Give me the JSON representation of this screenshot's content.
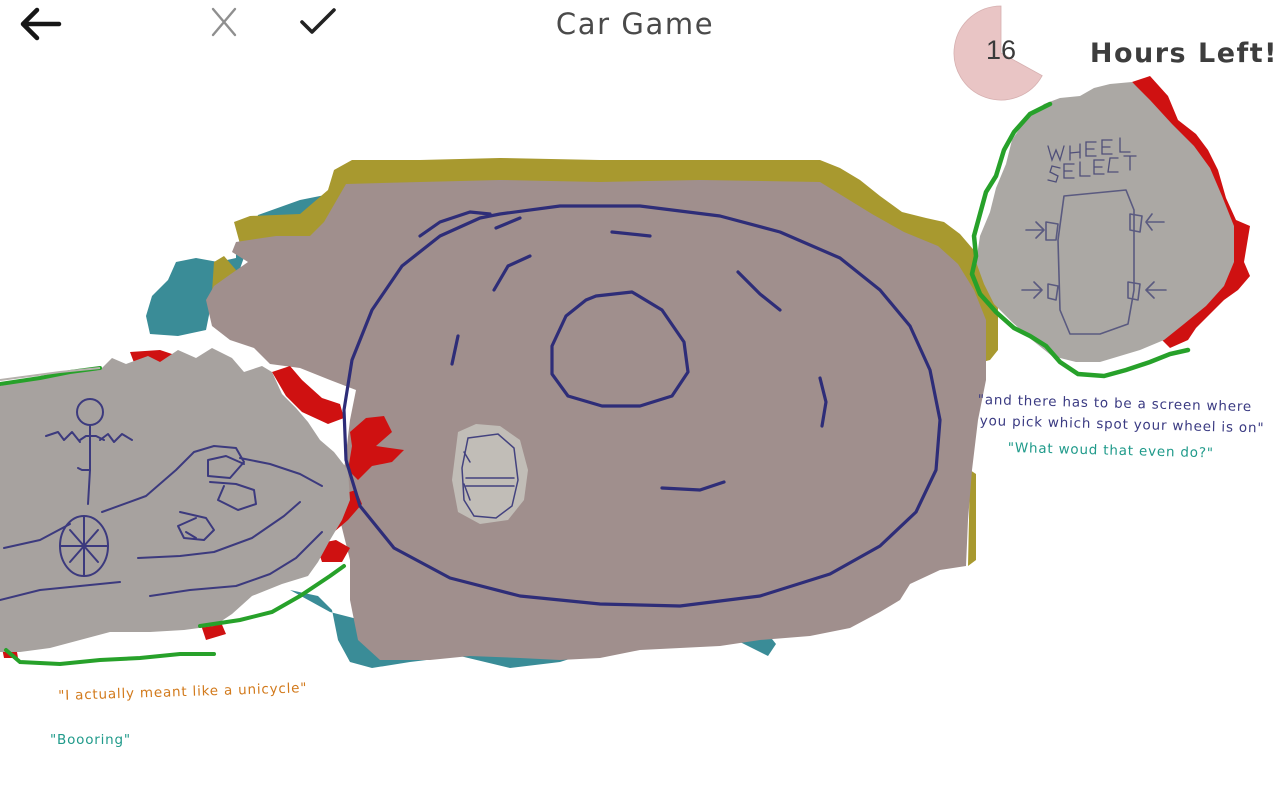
{
  "header": {
    "title": "Car Game",
    "timer_value": "16",
    "timer_caption": "Hours Left!",
    "timer_fraction_remaining": 0.67,
    "timer_color": "#e9c5c5"
  },
  "icons": {
    "back": "arrow-left-icon",
    "reject": "x-icon",
    "accept": "checkmark-icon"
  },
  "drawings": [
    {
      "name": "main-drawing",
      "subject": "car-tire-sketch",
      "paper_color": "#a08f8d"
    },
    {
      "name": "unicycle-drawing",
      "subject": "unicycle-sketch",
      "paper_color": "#a7a29f"
    },
    {
      "name": "wheel-select-drawing",
      "subject": "wheel-select-sketch",
      "handwritten_text": "WHEEL SELECT",
      "paper_color": "#aba8a4"
    }
  ],
  "comments": {
    "wheel_select_line1": "\"and there has to be a screen where",
    "wheel_select_line2": "you pick which spot your wheel is on\"",
    "wheel_select_reply": "\"What woud that even do?\"",
    "unicycle": "\"I actually meant like a unicycle\"",
    "unicycle_reply": "\"Boooring\""
  },
  "colors": {
    "teal": "#3a8c97",
    "olive": "#a8992f",
    "red": "#cf1111",
    "green": "#27a12a"
  }
}
